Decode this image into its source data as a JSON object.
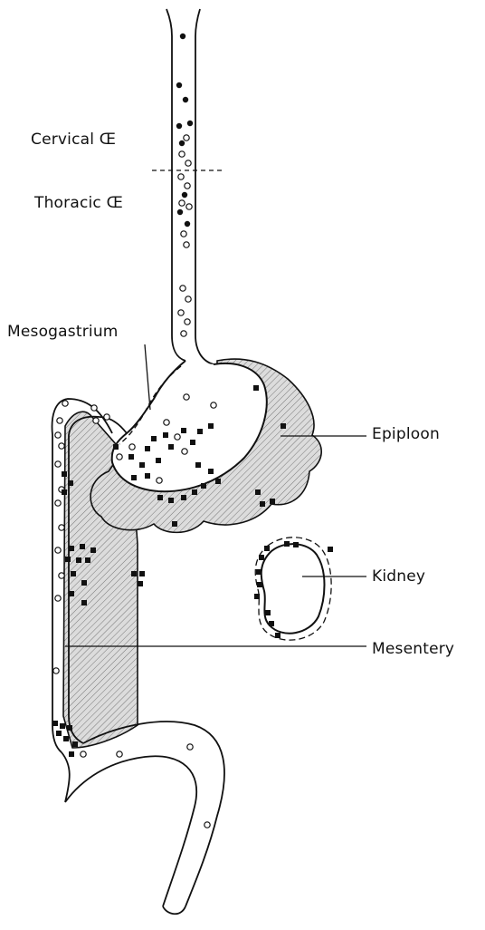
{
  "labels": {
    "cervical": "Cervical Œ",
    "thoracic": "Thoracic Œ",
    "mesogastrium": "Mesogastrium",
    "epiploon": "Epiploon",
    "kidney": "Kidney",
    "mesentery": "Mesentery"
  },
  "legend_markers": [
    "filled-circle",
    "open-circle",
    "filled-square"
  ],
  "colors": {
    "ink": "#111111",
    "hatch": "#777777",
    "tissue": "#d8d8d8"
  }
}
